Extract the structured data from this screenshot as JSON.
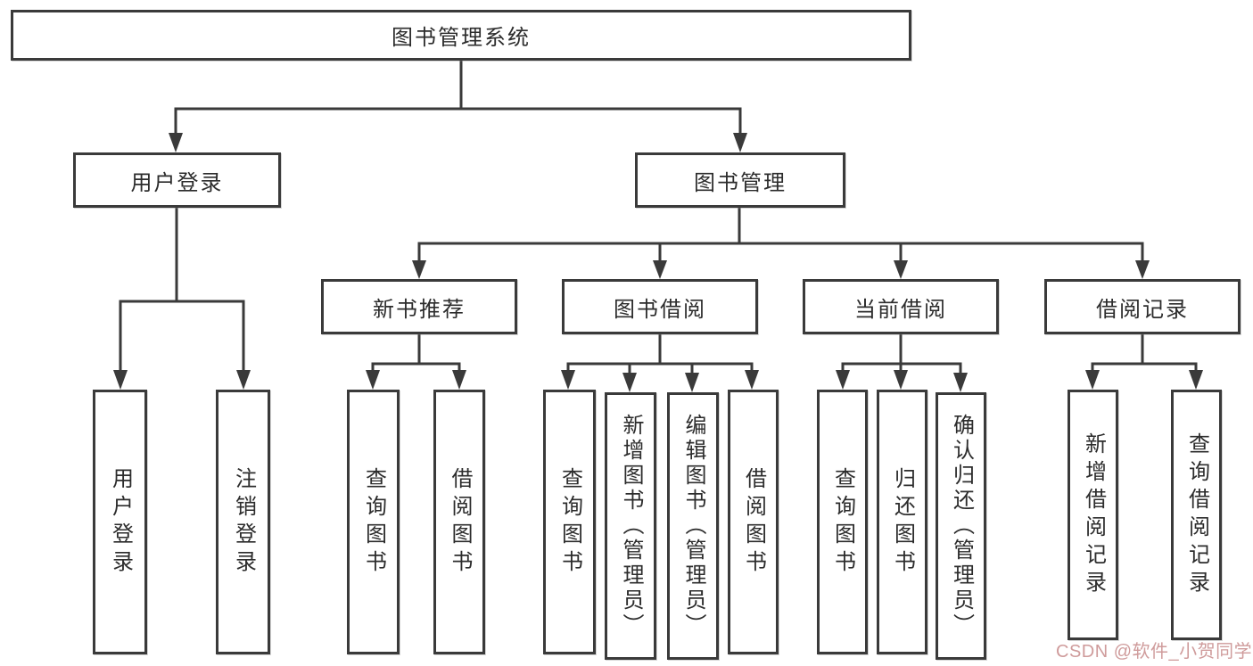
{
  "palette": {
    "line": "#3a3a3a",
    "text": "#2c2c2c",
    "bg": "#ffffff",
    "wm": "#cf9b9b"
  },
  "tree": {
    "root": {
      "label": "图书管理系统"
    },
    "branches": [
      {
        "label": "用户登录",
        "children": [
          {
            "label": "用户登录"
          },
          {
            "label": "注销登录"
          }
        ]
      },
      {
        "label": "图书管理",
        "children": [
          {
            "label": "新书推荐",
            "children": [
              {
                "label": "查询图书"
              },
              {
                "label": "借阅图书"
              }
            ]
          },
          {
            "label": "图书借阅",
            "children": [
              {
                "label": "查询图书"
              },
              {
                "label": "新增图书（管理员）"
              },
              {
                "label": "编辑图书（管理员）"
              },
              {
                "label": "借阅图书"
              }
            ]
          },
          {
            "label": "当前借阅",
            "children": [
              {
                "label": "查询图书"
              },
              {
                "label": "归还图书"
              },
              {
                "label": "确认归还（管理员）"
              }
            ]
          },
          {
            "label": "借阅记录",
            "children": [
              {
                "label": "新增借阅记录"
              },
              {
                "label": "查询借阅记录"
              }
            ]
          }
        ]
      }
    ]
  },
  "watermark": {
    "text": "CSDN @软件_小贺同学"
  }
}
